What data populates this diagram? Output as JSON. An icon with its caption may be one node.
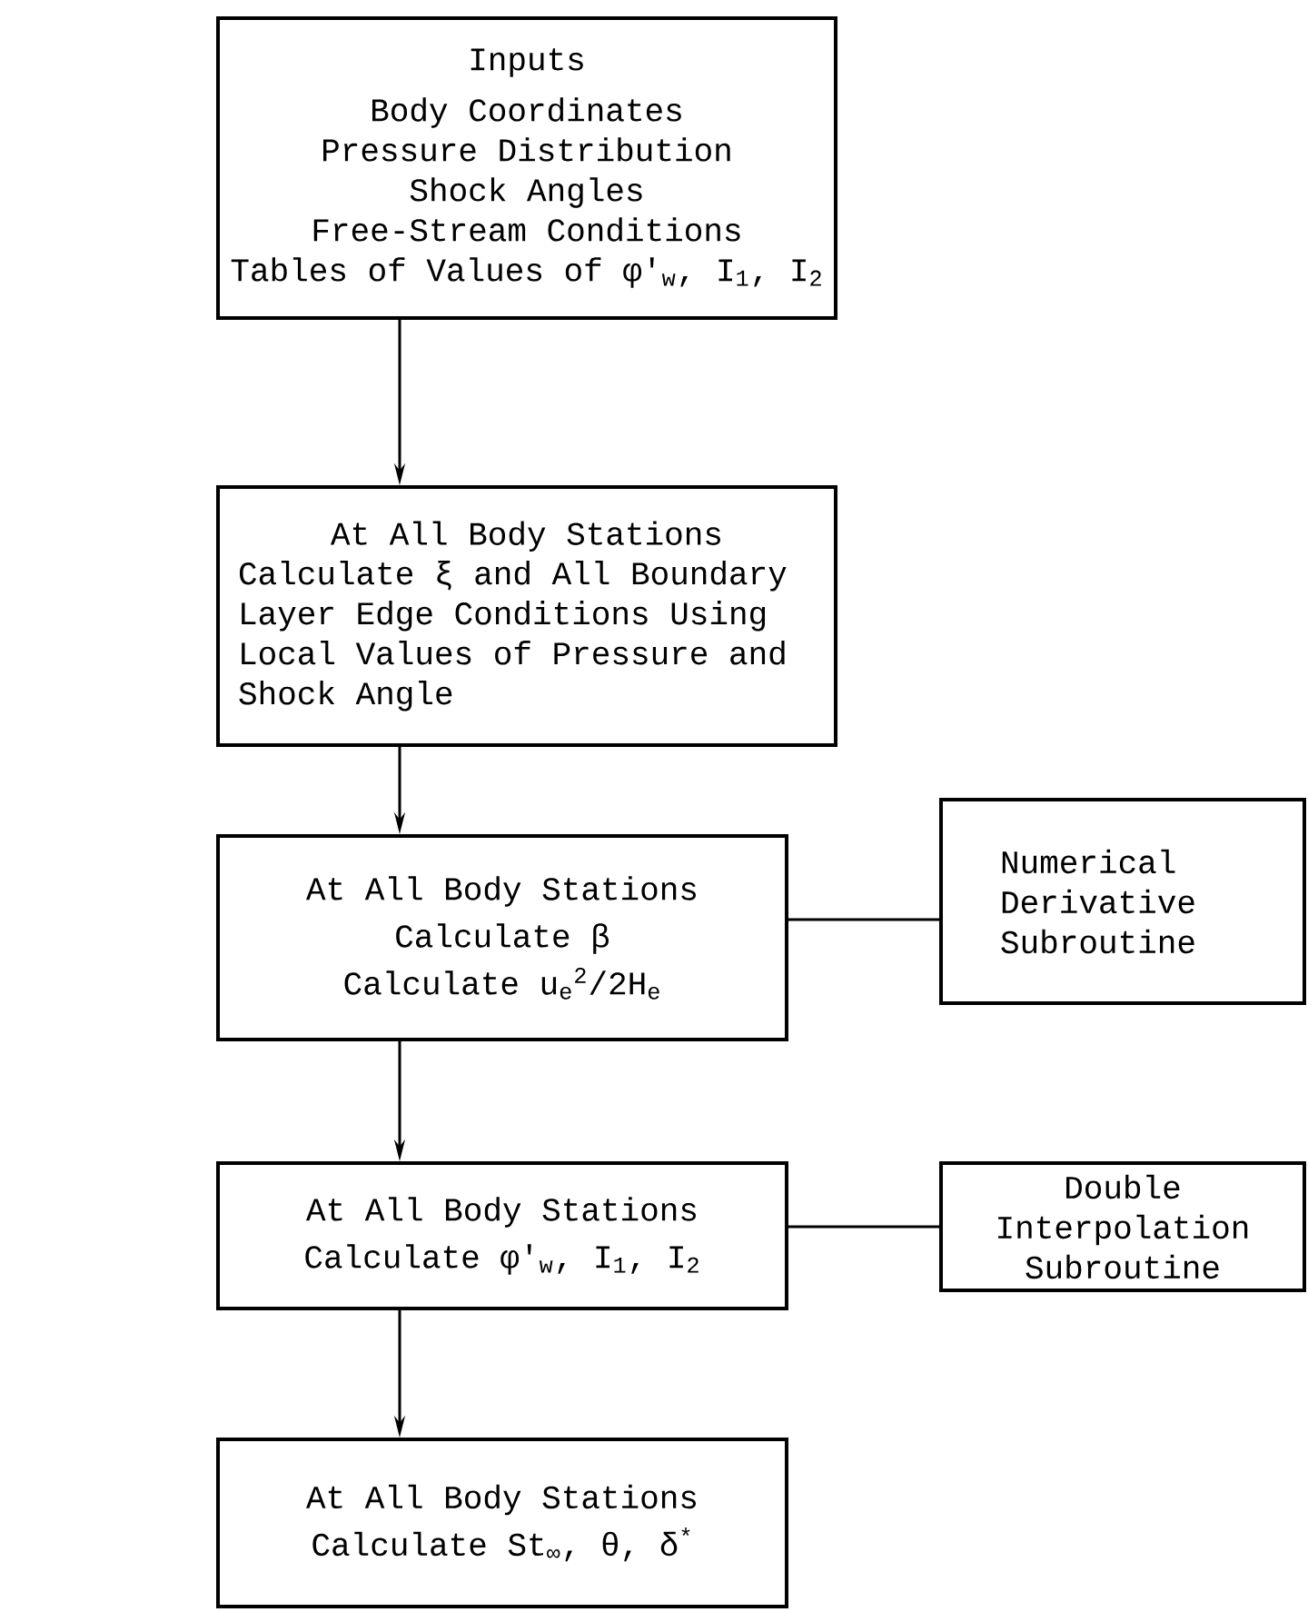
{
  "diagram": {
    "nodes": [
      {
        "text": [
          "Inputs",
          "Body Coordinates",
          "Pressure Distribution",
          "Shock Angles",
          "Free-Stream Conditions",
          "Tables of Values of φ′$_{w}$, I$_{1}$, I$_{2}$"
        ]
      },
      {
        "text": [
          "At All Body Stations",
          "Calculate ξ and All Boundary Layer Edge Conditions Using Local Values of Pressure and Shock Angle"
        ]
      },
      {
        "text": [
          "At All Body Stations",
          "Calculate β",
          "Calculate u$_{e}$$^{2}$/2H$_{e}$"
        ]
      },
      {
        "text": [
          "Numerical Derivative Subroutine"
        ]
      },
      {
        "text": [
          "At All Body Stations",
          "Calculate φ′$_{w}$, I$_{1}$, I$_{2}$"
        ]
      },
      {
        "text": [
          "Double Interpolation Subroutine"
        ]
      },
      {
        "text": [
          "At All Body Stations",
          "Calculate St$_{∞}$, θ, δ$^{*}$"
        ]
      }
    ],
    "edges": [
      {
        "from": 0,
        "to": 1,
        "arrow": "to"
      },
      {
        "from": 1,
        "to": 2,
        "arrow": "to"
      },
      {
        "from": 2,
        "to": 4,
        "arrow": "to"
      },
      {
        "from": 4,
        "to": 6,
        "arrow": "to"
      },
      {
        "from": 2,
        "to": 3,
        "arrow": "none"
      },
      {
        "from": 4,
        "to": 5,
        "arrow": "none"
      }
    ]
  }
}
